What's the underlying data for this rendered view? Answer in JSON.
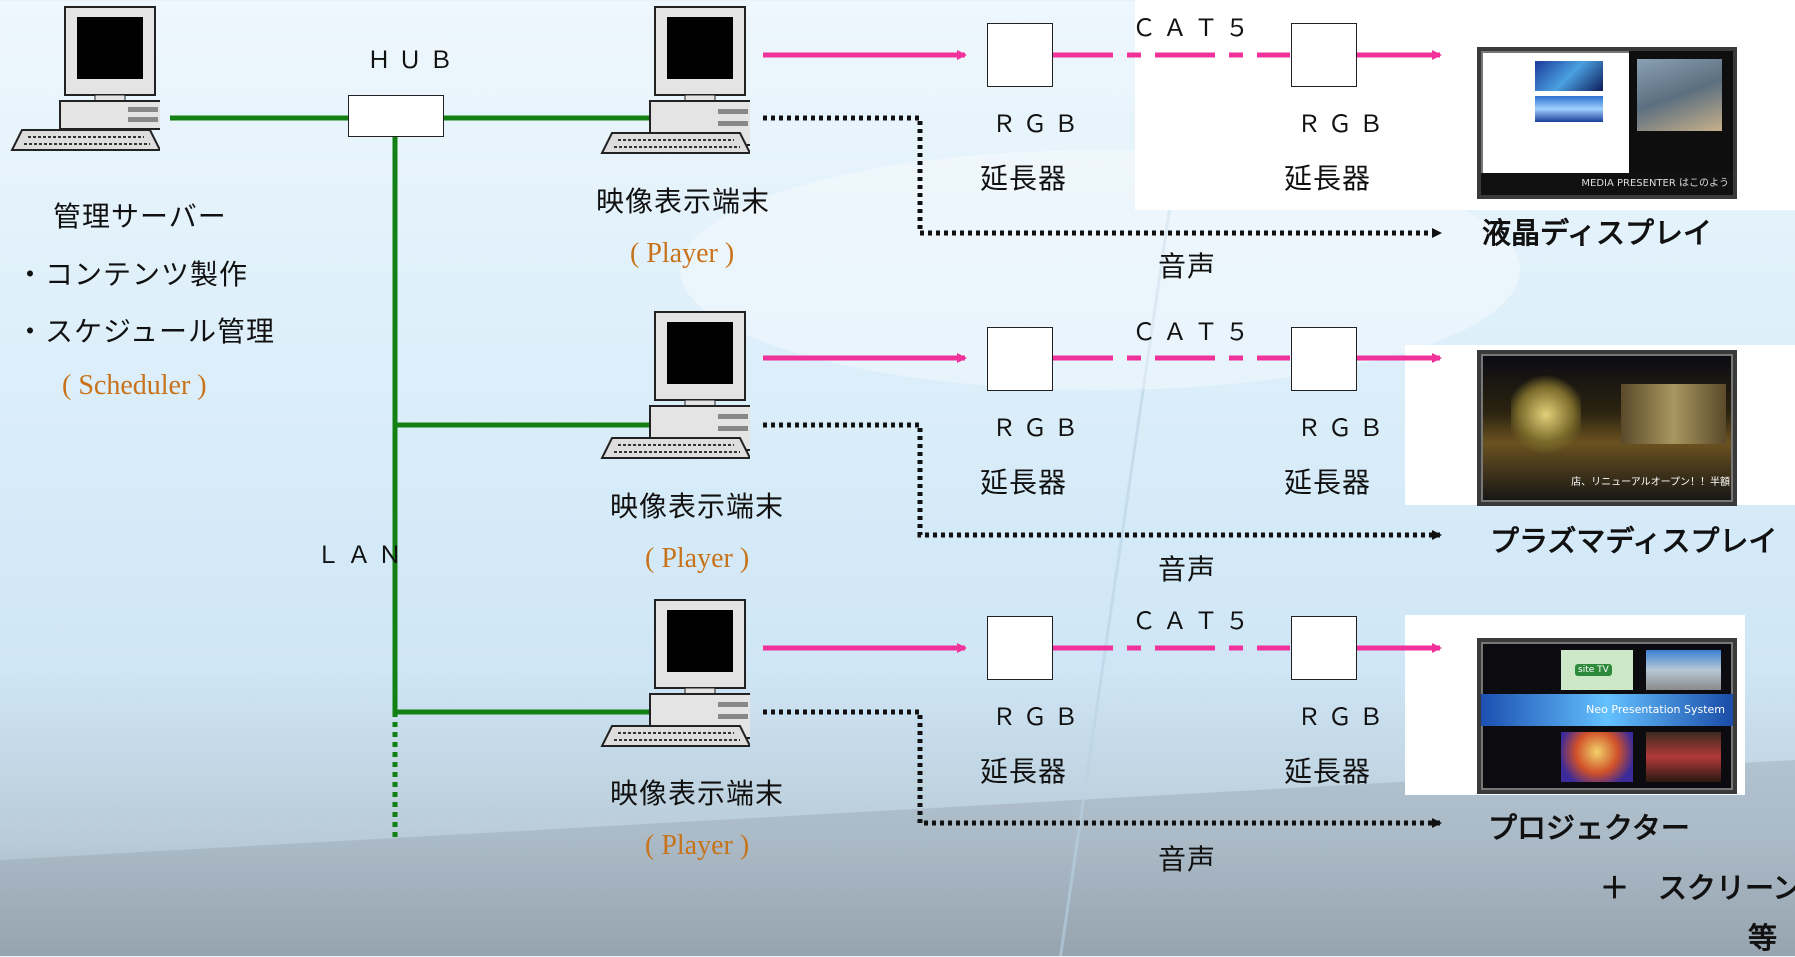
{
  "server": {
    "title": "管理サーバー",
    "line1": "・コンテンツ製作",
    "line2": "・スケジュール管理",
    "role": "( Scheduler )"
  },
  "network": {
    "hub": "ＨＵＢ",
    "lan": "ＬＡＮ"
  },
  "players": [
    {
      "label": "映像表示端末",
      "role": "( Player )"
    },
    {
      "label": "映像表示端末",
      "role": "( Player )"
    },
    {
      "label": "映像表示端末",
      "role": "( Player )"
    }
  ],
  "links": [
    {
      "cable": "ＣＡＴ５",
      "rgb_left": "ＲＧＢ",
      "ext_left": "延長器",
      "rgb_right": "ＲＧＢ",
      "ext_right": "延長器",
      "audio": "音声",
      "display": "液晶ディスプレイ",
      "screen_caption": "MEDIA PRESENTER はこのよう"
    },
    {
      "cable": "ＣＡＴ５",
      "rgb_left": "ＲＧＢ",
      "ext_left": "延長器",
      "rgb_right": "ＲＧＢ",
      "ext_right": "延長器",
      "audio": "音声",
      "display": "プラズマディスプレイ",
      "screen_caption": "店、リニューアルオープン！！半額"
    },
    {
      "cable": "ＣＡＴ５",
      "rgb_left": "ＲＧＢ",
      "ext_left": "延長器",
      "rgb_right": "ＲＧＢ",
      "ext_right": "延長器",
      "audio": "音声",
      "display": "プロジェクター",
      "screen_caption": "Neo Presentation System",
      "screen_logo": "site TV"
    }
  ],
  "extra": {
    "screen": "＋　スクリーン",
    "etc": "等"
  },
  "colors": {
    "lan": "#138013",
    "rgb": "#f0329a",
    "audio": "#111111",
    "label_accent": "#c8731a"
  }
}
